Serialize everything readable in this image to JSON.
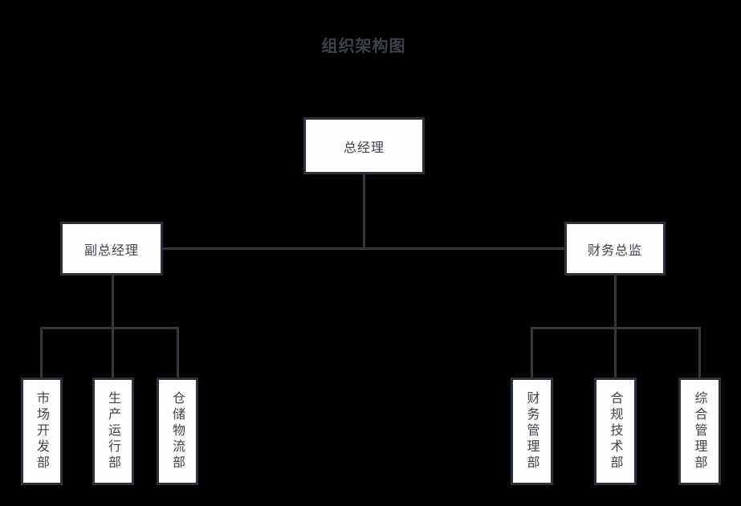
{
  "title": "组织架构图",
  "colors": {
    "background": "#000000",
    "node_fill": "#fdfdfd",
    "node_border": "#2b313a",
    "connector": "#33383f",
    "text": "#3f444b"
  },
  "org_chart": {
    "type": "org-tree",
    "root": {
      "label": "总经理"
    },
    "level2": [
      {
        "label": "副总经理",
        "reports_to": "总经理"
      },
      {
        "label": "财务总监",
        "reports_to": "总经理"
      }
    ],
    "level3": [
      {
        "label": "市场开发部",
        "reports_to": "副总经理"
      },
      {
        "label": "生产运行部",
        "reports_to": "副总经理"
      },
      {
        "label": "仓储物流部",
        "reports_to": "副总经理"
      },
      {
        "label": "财务管理部",
        "reports_to": "财务总监"
      },
      {
        "label": "合规技术部",
        "reports_to": "财务总监"
      },
      {
        "label": "综合管理部",
        "reports_to": "财务总监"
      }
    ]
  }
}
